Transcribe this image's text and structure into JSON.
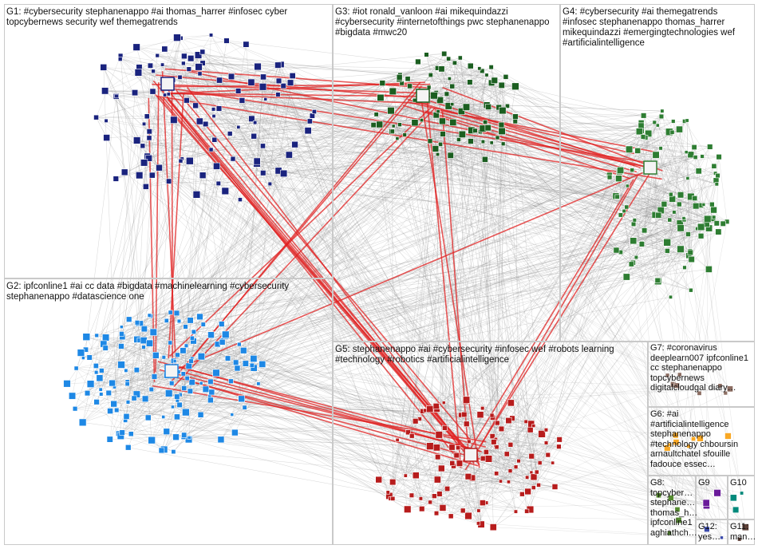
{
  "groups": [
    {
      "id": "G1",
      "label": "G1: #cybersecurity stephanenappo #ai thomas_harrer #infosec cyber topcybernews security wef themegatrends",
      "color": "#1a237e"
    },
    {
      "id": "G2",
      "label": "G2: ipfconline1 #ai cc data #bigdata #machinelearning #cybersecurity stephanenappo #datascience one",
      "color": "#1e88e5"
    },
    {
      "id": "G3",
      "label": "G3: #iot ronald_vanloon #ai mikequindazzi #cybersecurity #internetofthings pwc stephanenappo #bigdata #mwc20",
      "color": "#1b5e20"
    },
    {
      "id": "G4",
      "label": "G4: #cybersecurity #ai themegatrends #infosec stephanenappo thomas_harrer mikequindazzi #emergingtechnologies wef #artificialintelligence",
      "color": "#2e7d32"
    },
    {
      "id": "G5",
      "label": "G5: stephanenappo #ai #cybersecurity #infosec wef #robots learning #technology #robotics #artificialintelligence",
      "color": "#b71c1c"
    },
    {
      "id": "G6",
      "label": "G6: #ai #artificialintelligence stephanenappo #technology chboursin arnaultchatel sfouille fadouce essec…",
      "color": "#f9a825"
    },
    {
      "id": "G7",
      "label": "G7: #coronavirus deeplearn007 ipfconline1 cc stephanenappo topcybernews digitalcloudgal diary…",
      "color": "#8d6e63"
    },
    {
      "id": "G8",
      "label": "G8: topcyber… stephane… thomas_h… ipfconline1 aghiathch…",
      "color": "#558b2f"
    },
    {
      "id": "G9",
      "label": "G9",
      "color": "#6a1b9a"
    },
    {
      "id": "G10",
      "label": "G10",
      "color": "#00897b"
    },
    {
      "id": "G11",
      "label": "G11: man…",
      "color": "#5d4037"
    },
    {
      "id": "G12",
      "label": "G12: yes…",
      "color": "#3949ab"
    }
  ],
  "colors": {
    "edge_gray": "#8a8a8a",
    "edge_red": "#e02020",
    "panel_border": "#c9c9c9"
  }
}
